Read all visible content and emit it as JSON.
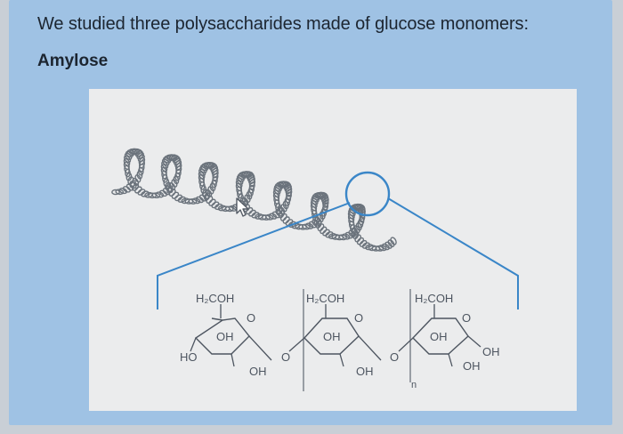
{
  "heading": "We studied three polysaccharides made of glucose monomers:",
  "subheading": "Amylose",
  "figure": {
    "units": [
      {
        "ch2oh": "H₂COH",
        "ring_o": "O",
        "oh_mid": "OH",
        "oh_bottom": "OH",
        "left_group": "HO"
      },
      {
        "ch2oh": "H₂COH",
        "ring_o": "O",
        "oh_mid": "OH",
        "oh_bottom": "OH"
      },
      {
        "ch2oh": "H₂COH",
        "ring_o": "O",
        "oh_mid": "OH",
        "oh_bottom": "OH",
        "right_group": "OH"
      }
    ],
    "linkers": [
      "O",
      "O"
    ],
    "repeat": "n"
  },
  "colors": {
    "panel": "#9fc2e4",
    "figure_bg": "#ebeced",
    "line": "#4d5560",
    "highlight": "#3a86c8"
  },
  "icons": {
    "cursor": "arrow-cursor-icon"
  }
}
